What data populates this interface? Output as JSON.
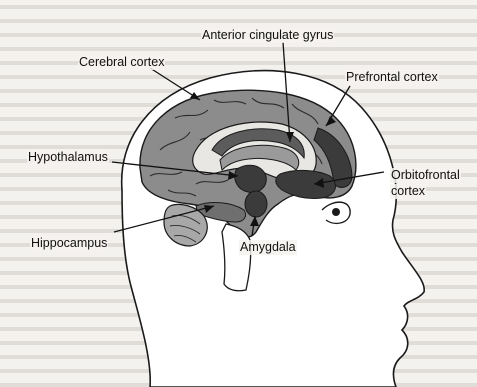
{
  "labels": {
    "anterior_cingulate_gyrus": "Anterior cingulate gyrus",
    "cerebral_cortex": "Cerebral cortex",
    "prefrontal_cortex": "Prefrontal cortex",
    "hypothalamus": "Hypothalamus",
    "orbitofrontal_cortex_line1": "Orbitofrontal",
    "orbitofrontal_cortex_line2": "cortex",
    "hippocampus": "Hippocampus",
    "amygdala": "Amygdala"
  },
  "colors": {
    "paper": "#f4f2ef",
    "background_text": "#b9b6b1",
    "cortex": "#8c8c8c",
    "dark_structures": "#3b3b3b",
    "outline": "#1a1a1a"
  }
}
